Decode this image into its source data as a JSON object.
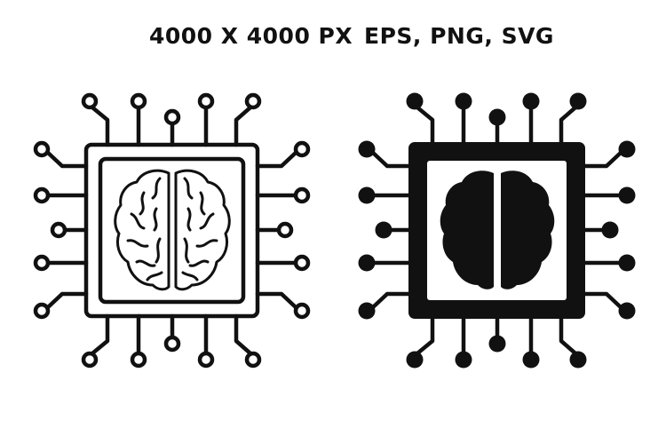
{
  "header": {
    "size_label": "4000 X 4000 PX",
    "formats_label": "EPS, PNG, SVG"
  },
  "icons": [
    {
      "name": "ai-brain-chip-outline-icon",
      "style": "outline",
      "color": "#111111"
    },
    {
      "name": "ai-brain-chip-filled-icon",
      "style": "filled",
      "color": "#111111"
    }
  ]
}
